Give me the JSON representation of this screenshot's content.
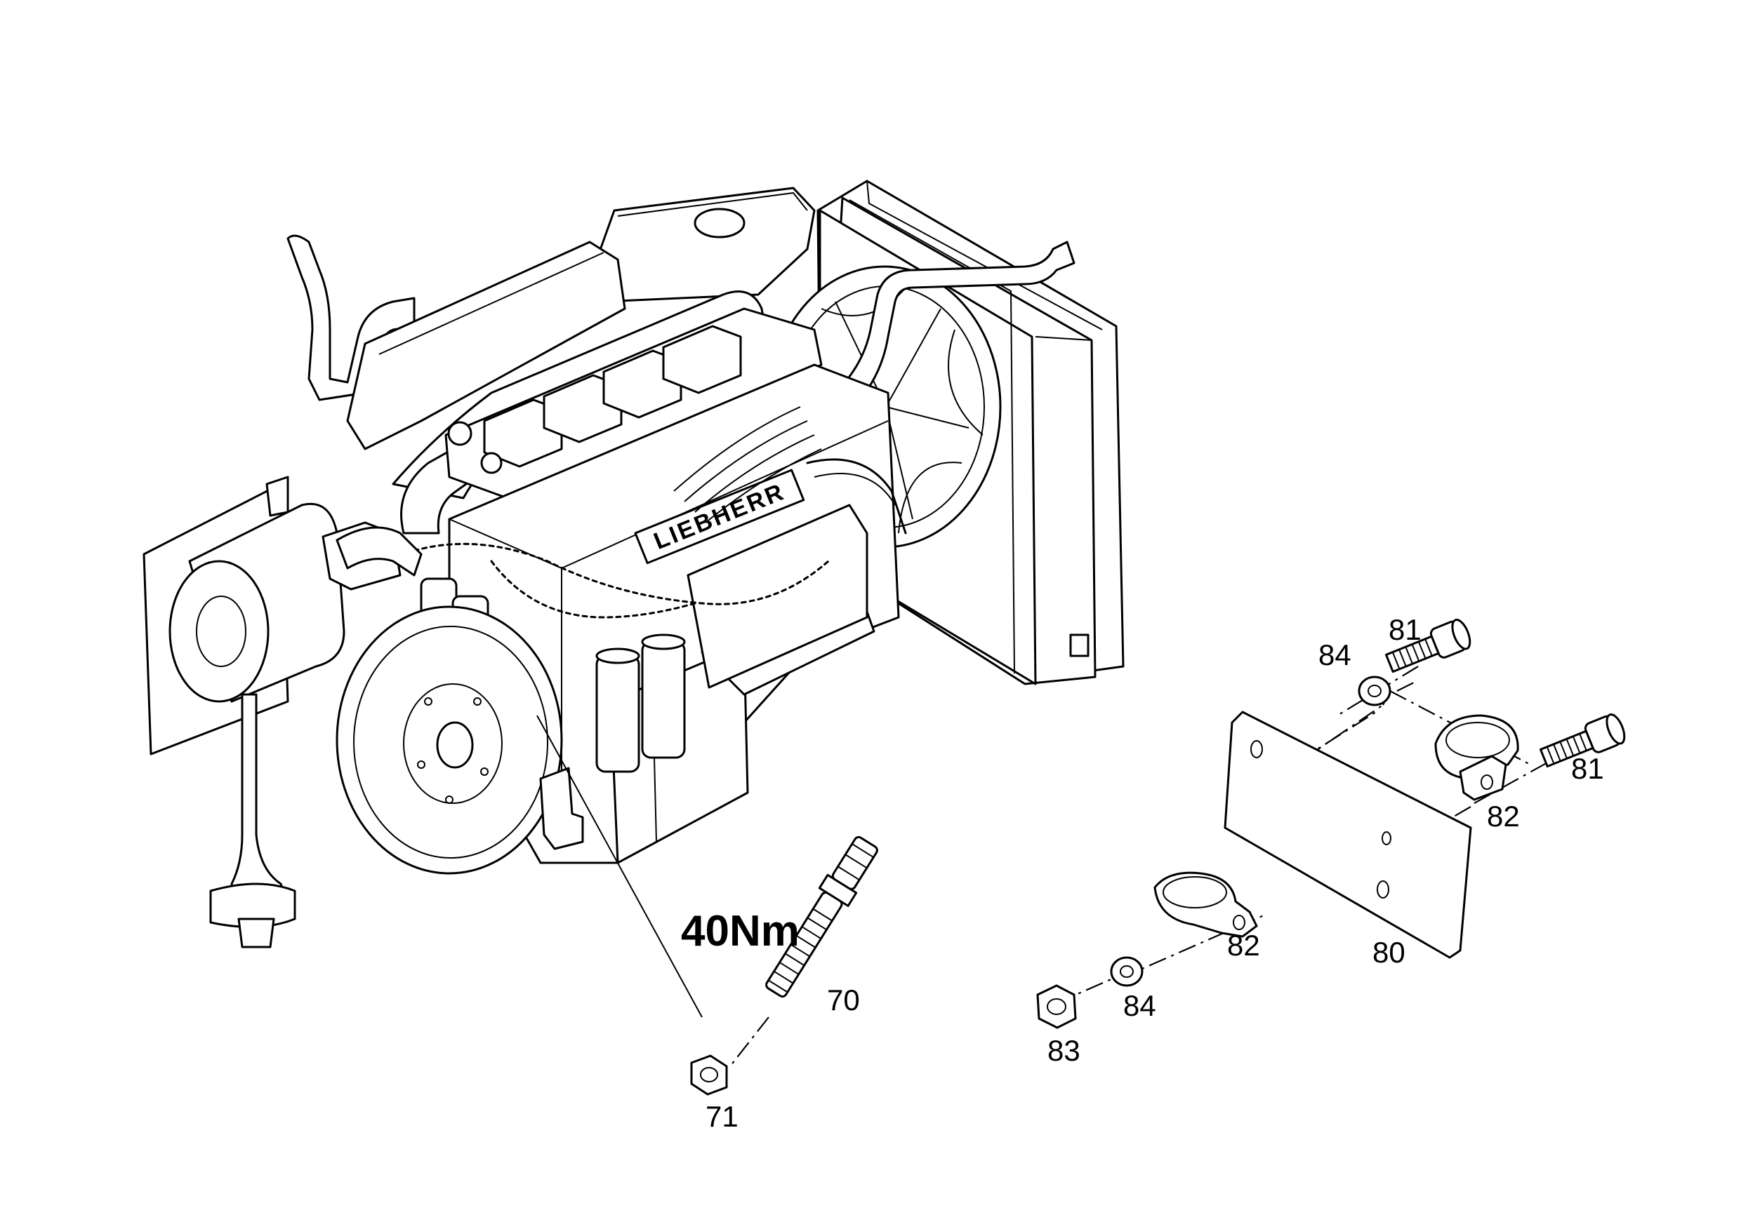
{
  "torque_label": "40Nm",
  "engine_lettering": "LIEBHERR",
  "part_labels": {
    "p70": "70",
    "p71": "71",
    "p80": "80",
    "p81a": "81",
    "p81b": "81",
    "p82a": "82",
    "p82b": "82",
    "p83": "83",
    "p84a": "84",
    "p84b": "84"
  }
}
